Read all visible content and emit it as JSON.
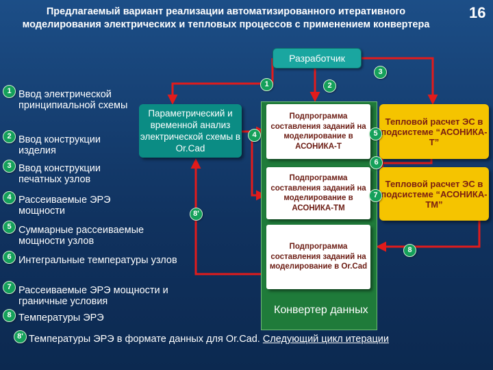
{
  "title": "Предлагаемый вариант реализации  автоматизированного итеративного моделирования электрических и тепловых процессов с применением конвертера",
  "page_number": "16",
  "developer": "Разработчик",
  "analysis_box": "Параметрический и временной анализ электрической схемы в Or.Cad",
  "subprograms": [
    "Подпрограмма составления заданий на моделирование в АСОНИКА-Т",
    "Подпрограмма составления заданий на моделирование в АСОНИКА-ТМ",
    "Подпрограмма составления заданий на моделирование в Or.Cad"
  ],
  "converter": "Конвертер данных",
  "thermal": [
    "Тепловой расчет ЭС в подсистеме “АСОНИКА-Т”",
    "Тепловой расчет ЭС в подсистеме “АСОНИКА-ТМ”"
  ],
  "legend": [
    {
      "num": "1",
      "text": "Ввод  электрической принципиальной схемы"
    },
    {
      "num": "2",
      "text": "Ввод конструкции изделия"
    },
    {
      "num": "3",
      "text": "Ввод конструкции печатных узлов"
    },
    {
      "num": "4",
      "text": "Рассеиваемые ЭРЭ мощности"
    },
    {
      "num": "5",
      "text": "Суммарные рассеиваемые мощности узлов"
    },
    {
      "num": "6",
      "text": "Интегральные температуры узлов"
    },
    {
      "num": "7",
      "text": "Рассеиваемые ЭРЭ мощности и граничные условия"
    },
    {
      "num": "8",
      "text": "Температуры ЭРЭ"
    }
  ],
  "legend_last": {
    "num": "8'",
    "text": "Температуры ЭРЭ в формате данных для Or.Cad.",
    "link": "Следующий цикл итерации"
  },
  "diagram_markers": [
    "1",
    "2",
    "3",
    "4",
    "5",
    "6",
    "7",
    "8'",
    "8"
  ],
  "colors": {
    "background": "#143a6b",
    "teal": "#0b8c84",
    "panel_green": "#1f7b3a",
    "yellow": "#f5c400",
    "arrow_red": "#e21b1b",
    "marker_green": "#14a05a"
  }
}
